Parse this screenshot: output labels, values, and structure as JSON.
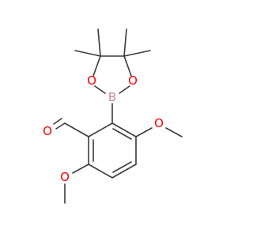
{
  "molecule": {
    "atoms": {
      "oxygen_ring_left": "O",
      "oxygen_ring_right": "O",
      "boron": "B",
      "oxygen_aldehyde": "O",
      "oxygen_methoxy_right": "O",
      "oxygen_methoxy_left": "O"
    },
    "colors": {
      "bond": "#3a3a3a",
      "oxygen": "#ff0000",
      "boron": "#c98a8a"
    }
  }
}
